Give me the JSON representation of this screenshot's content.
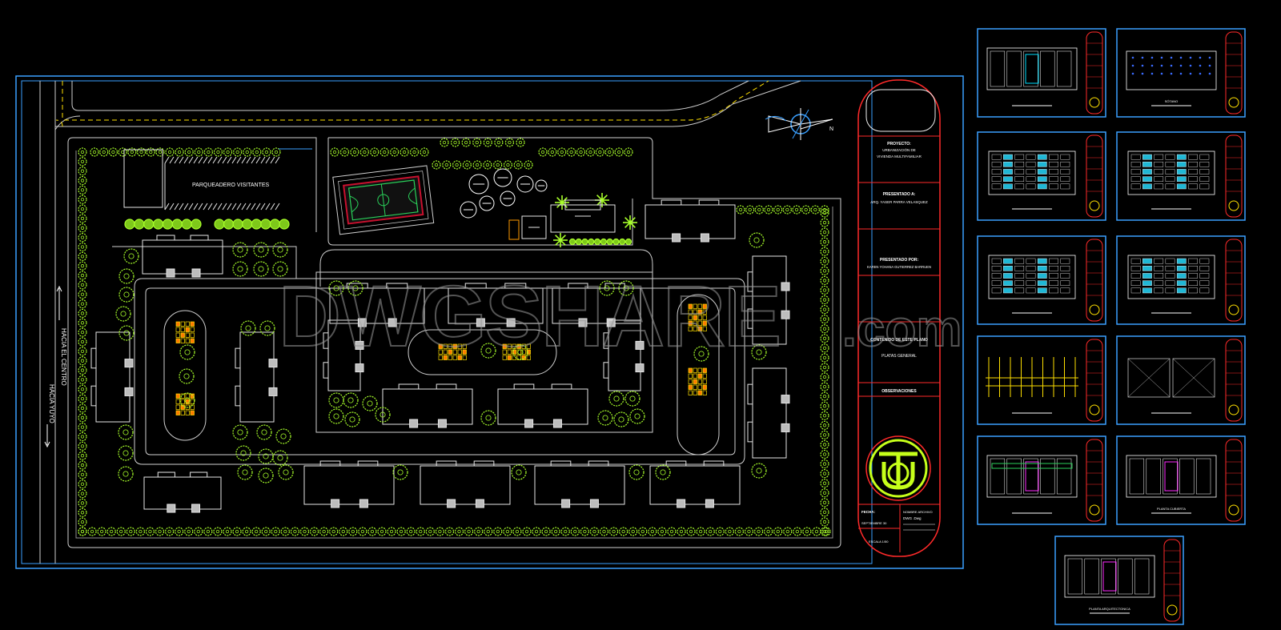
{
  "colors": {
    "background": "#000000",
    "frame": "#3aa0ff",
    "title_block": "#ff2a2a",
    "roads": "#cfcfcf",
    "road_center": "#ffe000",
    "trees": "#a8ff2a",
    "court": "#c8102e",
    "court_lines": "#2ad15a",
    "logo": "#c6ff1a",
    "watermark": "#9a9a9a"
  },
  "icons": [
    "north-arrow-icon",
    "tree-icon",
    "direction-arrow-icon",
    "logo-icon"
  ],
  "site_plan": {
    "parking_label": "PARQUEADERO VISITANTES",
    "direction_up": "HACIA EL CENTRO",
    "direction_down": "HACIA YUYO",
    "watermark": "DWGSHARE",
    "watermark_suffix": ".com"
  },
  "title_block": {
    "project_heading": "PROYECTO:",
    "project_line1": "URBANIZACIÓN DE",
    "project_line2": "VIVIENDA MULTIFAMILIAR",
    "presented_to_heading": "PRESENTADO A:",
    "presented_to": "ARQ. YASER PARRA VELASQUEZ",
    "presented_by_heading": "PRESENTADO POR:",
    "presented_by": "KAREN YOHANA GUTIERREZ BARRUEN",
    "content_heading": "CONTENIDO DE ESTE PLANO",
    "content": "PLATAS GENERAL",
    "observations": "OBSERVACIONES",
    "date_label": "FECHA:",
    "date": "SEPTIEMBRE 30",
    "scale": "ESCALA 1/50",
    "file_label": "NOMBRE ARCHIVO",
    "file": "DWG .Dwg"
  },
  "thumbnails": [
    {
      "caption": ""
    },
    {
      "caption": "SÓTANO"
    },
    {
      "caption": ""
    },
    {
      "caption": ""
    },
    {
      "caption": ""
    },
    {
      "caption": ""
    },
    {
      "caption": ""
    },
    {
      "caption": ""
    },
    {
      "caption": ""
    },
    {
      "caption": "PLANTA CUBIERTA"
    },
    {
      "caption": "PLANTA ARQUITECTONICA"
    }
  ]
}
